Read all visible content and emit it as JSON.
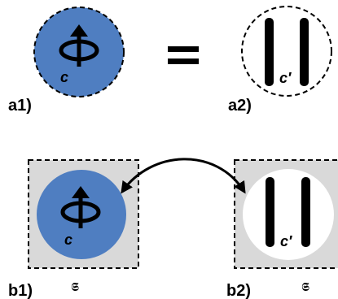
{
  "panels": {
    "a1": {
      "label": "a1)",
      "charge": "c"
    },
    "a2": {
      "label": "a2)",
      "charge": "c′"
    },
    "b1": {
      "label": "b1)",
      "charge": "c",
      "region_symbol": "𝕾"
    },
    "b2": {
      "label": "b2)",
      "charge": "c′",
      "region_symbol": "𝕾"
    }
  },
  "equals_sign": "=",
  "colors": {
    "disk_fill": "#4f7ec1",
    "region_fill": "#d9d9d9",
    "ink": "#000000",
    "background": "#ffffff"
  }
}
